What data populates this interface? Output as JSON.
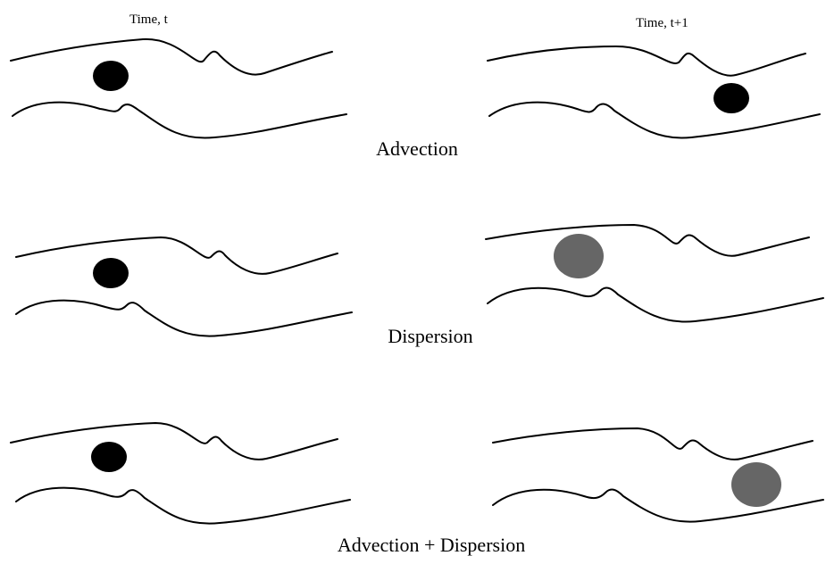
{
  "headers": {
    "left": "Time, t",
    "right": "Time, t+1"
  },
  "rows": [
    {
      "label": "Advection",
      "blob_left": "#000000",
      "blob_right": "#000000"
    },
    {
      "label": "Dispersion",
      "blob_left": "#000000",
      "blob_right": "#666666"
    },
    {
      "label": "Advection + Dispersion",
      "blob_left": "#000000",
      "blob_right": "#666666"
    }
  ]
}
